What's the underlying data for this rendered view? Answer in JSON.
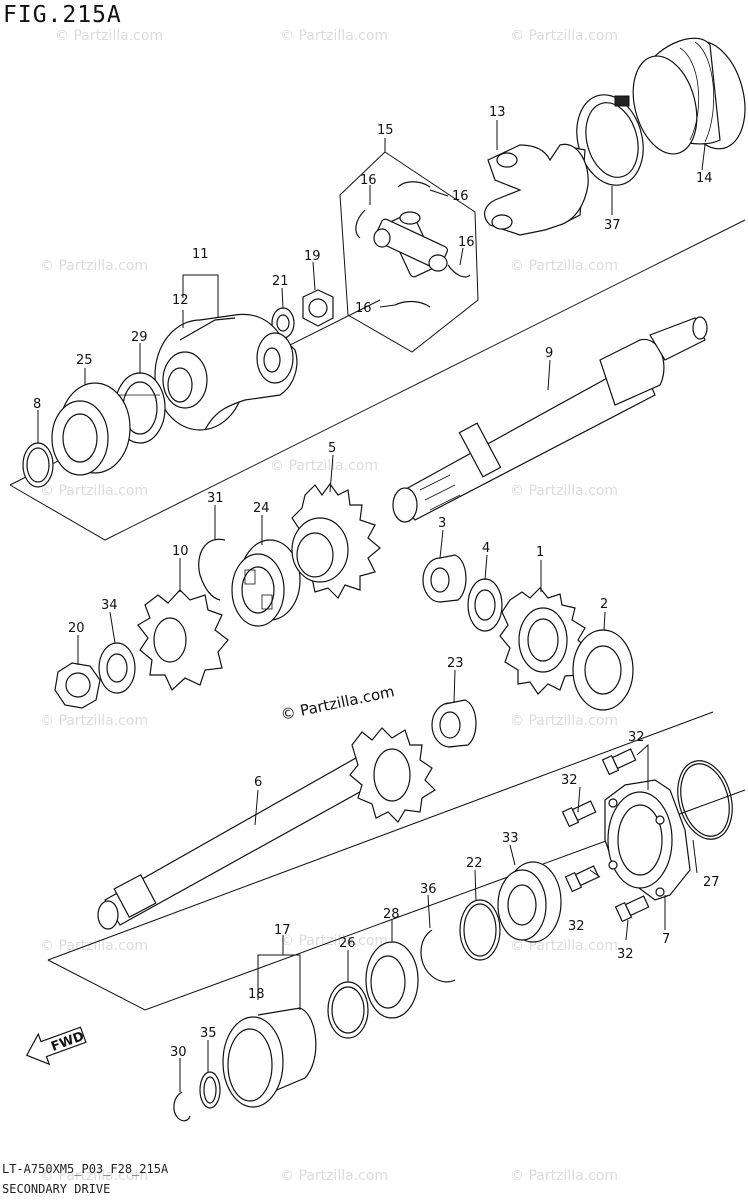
{
  "figure": {
    "title": "FIG.215A",
    "model_code": "LT-A750XM5_P03_F28_215A",
    "section_name": "SECONDARY DRIVE"
  },
  "watermark": {
    "main": "© Partzilla.com",
    "faint": "© Partzilla.com"
  },
  "direction_badge": "FWD",
  "callouts": [
    {
      "id": "c1",
      "text": "1"
    },
    {
      "id": "c2",
      "text": "2"
    },
    {
      "id": "c3",
      "text": "3"
    },
    {
      "id": "c4",
      "text": "4"
    },
    {
      "id": "c5",
      "text": "5"
    },
    {
      "id": "c6",
      "text": "6"
    },
    {
      "id": "c7",
      "text": "7"
    },
    {
      "id": "c8",
      "text": "8"
    },
    {
      "id": "c9",
      "text": "9"
    },
    {
      "id": "c10",
      "text": "10"
    },
    {
      "id": "c11",
      "text": "11"
    },
    {
      "id": "c12",
      "text": "12"
    },
    {
      "id": "c13",
      "text": "13"
    },
    {
      "id": "c14",
      "text": "14"
    },
    {
      "id": "c15",
      "text": "15"
    },
    {
      "id": "c16a",
      "text": "16"
    },
    {
      "id": "c16b",
      "text": "16"
    },
    {
      "id": "c16c",
      "text": "16"
    },
    {
      "id": "c16d",
      "text": "16"
    },
    {
      "id": "c17",
      "text": "17"
    },
    {
      "id": "c18",
      "text": "18"
    },
    {
      "id": "c19",
      "text": "19"
    },
    {
      "id": "c20",
      "text": "20"
    },
    {
      "id": "c21",
      "text": "21"
    },
    {
      "id": "c22",
      "text": "22"
    },
    {
      "id": "c23",
      "text": "23"
    },
    {
      "id": "c24",
      "text": "24"
    },
    {
      "id": "c25",
      "text": "25"
    },
    {
      "id": "c26",
      "text": "26"
    },
    {
      "id": "c27",
      "text": "27"
    },
    {
      "id": "c28",
      "text": "28"
    },
    {
      "id": "c29",
      "text": "29"
    },
    {
      "id": "c30",
      "text": "30"
    },
    {
      "id": "c31",
      "text": "31"
    },
    {
      "id": "c32a",
      "text": "32"
    },
    {
      "id": "c32b",
      "text": "32"
    },
    {
      "id": "c32c",
      "text": "32"
    },
    {
      "id": "c32d",
      "text": "32"
    },
    {
      "id": "c33",
      "text": "33"
    },
    {
      "id": "c34",
      "text": "34"
    },
    {
      "id": "c35",
      "text": "35"
    },
    {
      "id": "c36",
      "text": "36"
    },
    {
      "id": "c37",
      "text": "37"
    }
  ]
}
